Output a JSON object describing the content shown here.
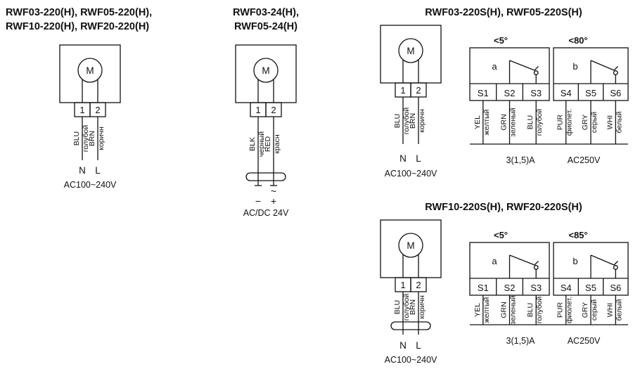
{
  "colors": {
    "background": "#ffffff",
    "line": "#111111"
  },
  "diagram1": {
    "title1": "RWF03-220(H), RWF05-220(H),",
    "title2": "RWF10-220(H), RWF20-220(H)",
    "motor_label": "M",
    "terminals": [
      "1",
      "2"
    ],
    "wires": [
      {
        "code": "BLU",
        "name": "голубой"
      },
      {
        "code": "BRN",
        "name": "коричн"
      }
    ],
    "poles": [
      "N",
      "L"
    ],
    "voltage": "AC100~240V"
  },
  "diagram2": {
    "title1": "RWF03-24(H),",
    "title2": "RWF05-24(H)",
    "motor_label": "M",
    "terminals": [
      "1",
      "2"
    ],
    "wires": [
      {
        "code": "BLK",
        "name": "черный"
      },
      {
        "code": "RED",
        "name": "красн"
      }
    ],
    "poles": [
      "−",
      "+"
    ],
    "ac_symbol": "~",
    "voltage": "AC/DC 24V"
  },
  "diagram3": {
    "title": "RWF03-220S(H), RWF05-220S(H)",
    "motor": {
      "label": "M",
      "terminals": [
        "1",
        "2"
      ],
      "wires": [
        {
          "code": "BLU",
          "name": "голубой"
        },
        {
          "code": "BRN",
          "name": "коричн"
        }
      ],
      "poles": [
        "N",
        "L"
      ],
      "voltage": "AC100~240V"
    },
    "switches": {
      "angle_a": "<5°",
      "label_a": "a",
      "angle_b": "<80°",
      "label_b": "b",
      "terminals": [
        "S1",
        "S2",
        "S3",
        "S4",
        "S5",
        "S6"
      ],
      "wires": [
        {
          "code": "YEL",
          "name": "желтый"
        },
        {
          "code": "GRN",
          "name": "зеленый"
        },
        {
          "code": "BLU",
          "name": "голубой"
        },
        {
          "code": "PUR",
          "name": "фиолет."
        },
        {
          "code": "GRY",
          "name": "серый"
        },
        {
          "code": "WHI",
          "name": "белый"
        }
      ],
      "current_rating": "3(1,5)A",
      "voltage_rating": "AC250V"
    }
  },
  "diagram4": {
    "title": "RWF10-220S(H), RWF20-220S(H)",
    "motor": {
      "label": "M",
      "terminals": [
        "1",
        "2"
      ],
      "wires": [
        {
          "code": "BLU",
          "name": "голубой"
        },
        {
          "code": "BRN",
          "name": "коричн"
        }
      ],
      "poles": [
        "N",
        "L"
      ],
      "voltage": "AC100~240V"
    },
    "switches": {
      "angle_a": "<5°",
      "label_a": "a",
      "angle_b": "<85°",
      "label_b": "b",
      "terminals": [
        "S1",
        "S2",
        "S3",
        "S4",
        "S5",
        "S6"
      ],
      "wires": [
        {
          "code": "YEL",
          "name": "желтый"
        },
        {
          "code": "GRN",
          "name": "зеленый"
        },
        {
          "code": "BLU",
          "name": "голубой"
        },
        {
          "code": "PUR",
          "name": "фиолет."
        },
        {
          "code": "GRY",
          "name": "серый"
        },
        {
          "code": "WHI",
          "name": "белый"
        }
      ],
      "current_rating": "3(1,5)A",
      "voltage_rating": "AC250V"
    }
  }
}
